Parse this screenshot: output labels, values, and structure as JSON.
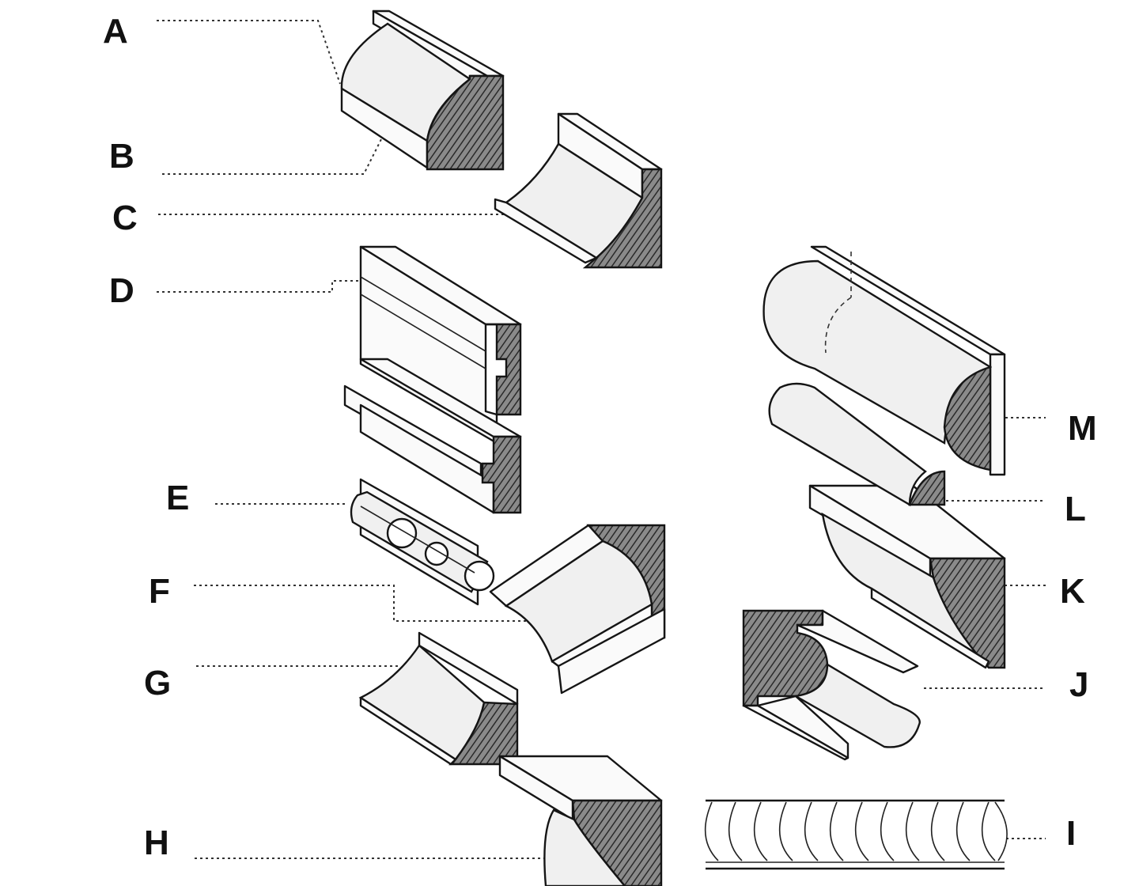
{
  "labels": {
    "a": "A",
    "b": "B",
    "c": "C",
    "d": "D",
    "e": "E",
    "f": "F",
    "g": "G",
    "h": "H",
    "i": "I",
    "j": "J",
    "k": "K",
    "l": "L",
    "m": "M"
  },
  "colors": {
    "ink": "#151515",
    "paper": "#ffffff",
    "hatch": "#555555"
  }
}
